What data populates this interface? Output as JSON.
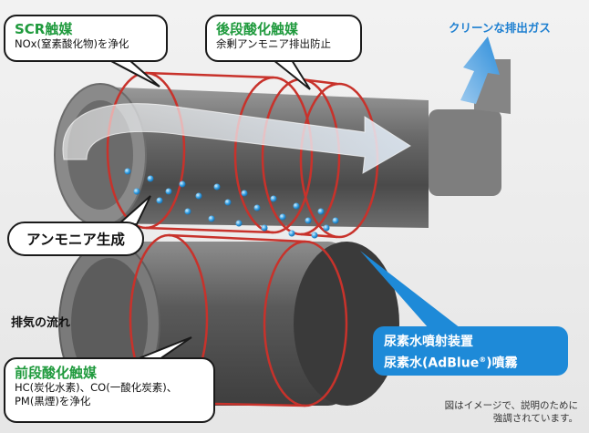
{
  "callouts": {
    "scr": {
      "title": "SCR触媒",
      "desc": "NOx(窒素酸化物)を浄化"
    },
    "post": {
      "title": "後段酸化触媒",
      "desc": "余剰アンモニア排出防止"
    },
    "pre": {
      "title": "前段酸化触媒",
      "line1": "HC(炭化水素)、CO(一酸化炭素)、",
      "line2": "PM(黒煙)を浄化"
    },
    "ammonia": {
      "label": "アンモニア生成"
    }
  },
  "labels": {
    "clean_exhaust": "クリーンな排出ガス",
    "exhaust_flow": "排気の流れ"
  },
  "urea_box": {
    "line1": "尿素水噴射装置",
    "line2_pre": "尿素水(AdBlue",
    "line2_reg": "®",
    "line2_post": ")噴霧"
  },
  "note": {
    "line1": "図はイメージで、説明のために",
    "line2": "強調されています。"
  },
  "colors": {
    "accent_green": "#1f9a3d",
    "accent_blue": "#1e8ad8",
    "clean_text_blue": "#1d7fd0",
    "catalyst_red": "#c8322b"
  },
  "icons": [
    "flow-arrow",
    "clean-exhaust-arrow",
    "urea-droplets"
  ]
}
